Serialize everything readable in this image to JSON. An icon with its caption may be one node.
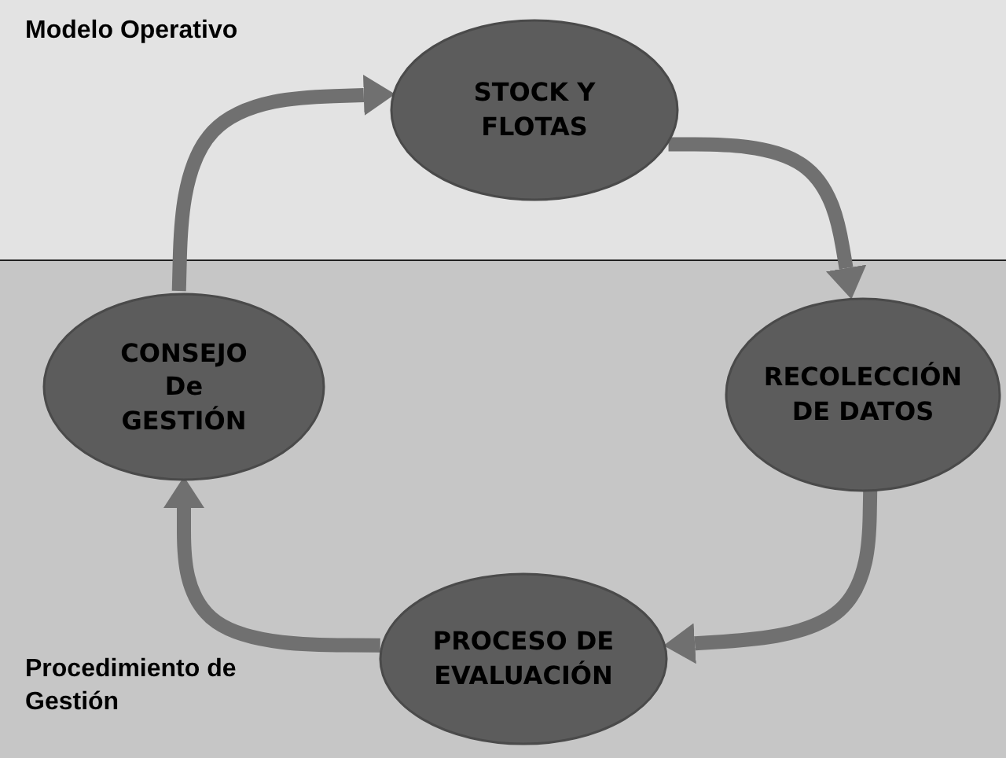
{
  "diagram": {
    "nodes": [
      {
        "text": [
          "Modelo Operativo"
        ]
      },
      {
        "text": [
          "STOCK Y FLOTAS"
        ],
        "in": 0
      },
      {
        "text": [
          "Procedimiento de Gestión"
        ]
      },
      {
        "text": [
          "CONSEJO De GESTIÓN"
        ],
        "in": 2
      },
      {
        "text": [
          "RECOLECCIÓN DE DATOS"
        ],
        "in": 2
      },
      {
        "text": [
          "PROCESO DE EVALUACIÓN"
        ],
        "in": 2
      }
    ],
    "edges": [
      {
        "from": 1,
        "to": 4,
        "arrow": "to"
      },
      {
        "from": 4,
        "to": 5,
        "arrow": "to"
      },
      {
        "from": 5,
        "to": 3,
        "arrow": "to"
      },
      {
        "from": 3,
        "to": 1,
        "arrow": "to"
      }
    ]
  }
}
